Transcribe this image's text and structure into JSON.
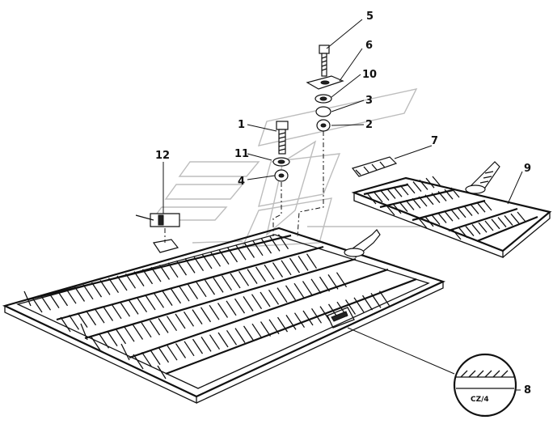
{
  "labels": {
    "p1": "1",
    "p2": "2",
    "p3": "3",
    "p4": "4",
    "p5": "5",
    "p6": "6",
    "p7": "7",
    "p8": "8",
    "p9": "9",
    "p10": "10",
    "p11": "11",
    "p12": "12"
  },
  "detail_text": "CZ/4"
}
